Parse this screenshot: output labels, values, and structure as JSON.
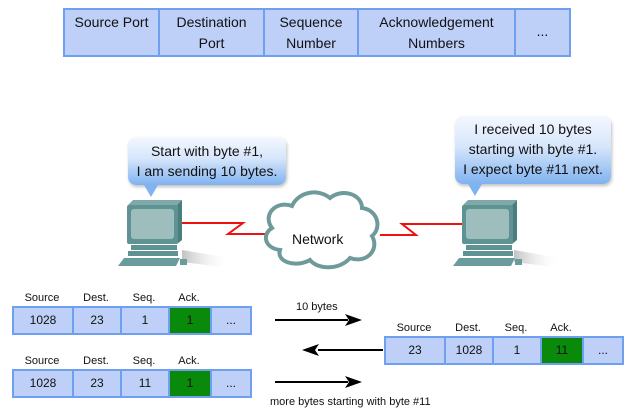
{
  "header_table": {
    "fields": [
      "Source Port",
      "Destination\nPort",
      "Sequence\nNumber",
      "Acknowledgement\nNumbers",
      "..."
    ]
  },
  "sender_bubble": {
    "line1": "Start with byte #1,",
    "line2": "I am sending 10 bytes."
  },
  "receiver_bubble": {
    "line1": "I received 10 bytes",
    "line2": "starting with byte #1.",
    "line3": "I expect byte #11 next."
  },
  "network": {
    "label": "Network",
    "icon": "cloud-icon"
  },
  "icons": {
    "sender": "computer-icon",
    "receiver": "computer-icon",
    "link": "serial-link-icon"
  },
  "colors": {
    "field_fill": "#bed0f8",
    "field_border": "#6f9ff0",
    "ack_fill": "#0a8a0a",
    "link_red": "#ee1111"
  },
  "packet_labels": [
    "Source",
    "Dest.",
    "Seq.",
    "Ack."
  ],
  "packets": [
    {
      "source": "1028",
      "dest": "23",
      "seq": "1",
      "ack": "1",
      "more": "..."
    },
    {
      "source": "23",
      "dest": "1028",
      "seq": "1",
      "ack": "11",
      "more": "..."
    },
    {
      "source": "1028",
      "dest": "23",
      "seq": "11",
      "ack": "1",
      "more": "..."
    }
  ],
  "arrows": {
    "first": "10 bytes",
    "third": "more bytes starting with byte #11"
  }
}
